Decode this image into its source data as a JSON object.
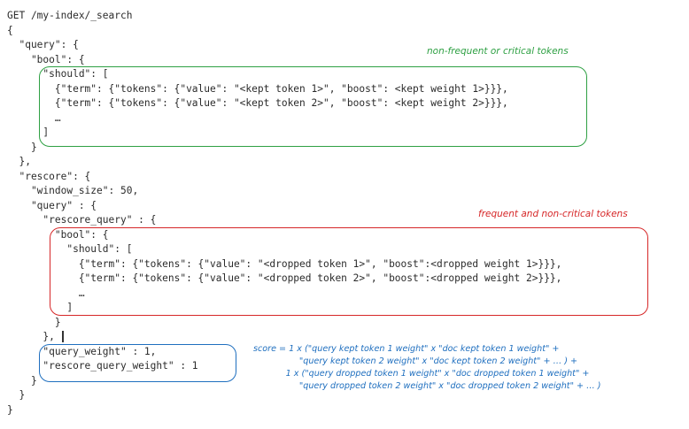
{
  "request": {
    "lines": [
      "GET /my-index/_search",
      "{",
      "  \"query\": {",
      "    \"bool\": {",
      "      \"should\": [",
      "        {\"term\": {\"tokens\": {\"value\": \"<kept token 1>\", \"boost\": <kept weight 1>}}},",
      "        {\"term\": {\"tokens\": {\"value\": \"<kept token 2>\", \"boost\": <kept weight 2>}}},",
      "        …",
      "      ]",
      "    }",
      "  },",
      "  \"rescore\": {",
      "    \"window_size\": 50,",
      "    \"query\" : {",
      "      \"rescore_query\" : {",
      "        \"bool\": {",
      "          \"should\": [",
      "            {\"term\": {\"tokens\": {\"value\": \"<dropped token 1>\", \"boost\":<dropped weight 1>}}},",
      "            {\"term\": {\"tokens\": {\"value\": \"<dropped token 2>\", \"boost\":<dropped weight 2>}}},",
      "            …",
      "          ]",
      "        }",
      "      },",
      "      \"query_weight\" : 1,",
      "      \"rescore_query_weight\" : 1",
      "    }",
      "  }",
      "}"
    ]
  },
  "annotations": {
    "kept_label": "non-frequent or critical tokens",
    "dropped_label": "frequent and non-critical tokens",
    "score_formula": [
      "score = 1 x (\"query kept token 1 weight\" x \"doc kept token 1 weight\" +",
      "                 \"query kept token 2 weight\" x \"doc kept token 2 weight\" + … ) +",
      "            1 x (\"query dropped token 1 weight\" x \"doc dropped token 1 weight\" +",
      "                 \"query dropped token 2 weight\" x \"doc dropped token 2 weight\" + … )"
    ]
  },
  "colors": {
    "kept": "#2ea043",
    "dropped": "#d62728",
    "weights": "#1f6fbf",
    "code_text": "#2b2b2b"
  }
}
